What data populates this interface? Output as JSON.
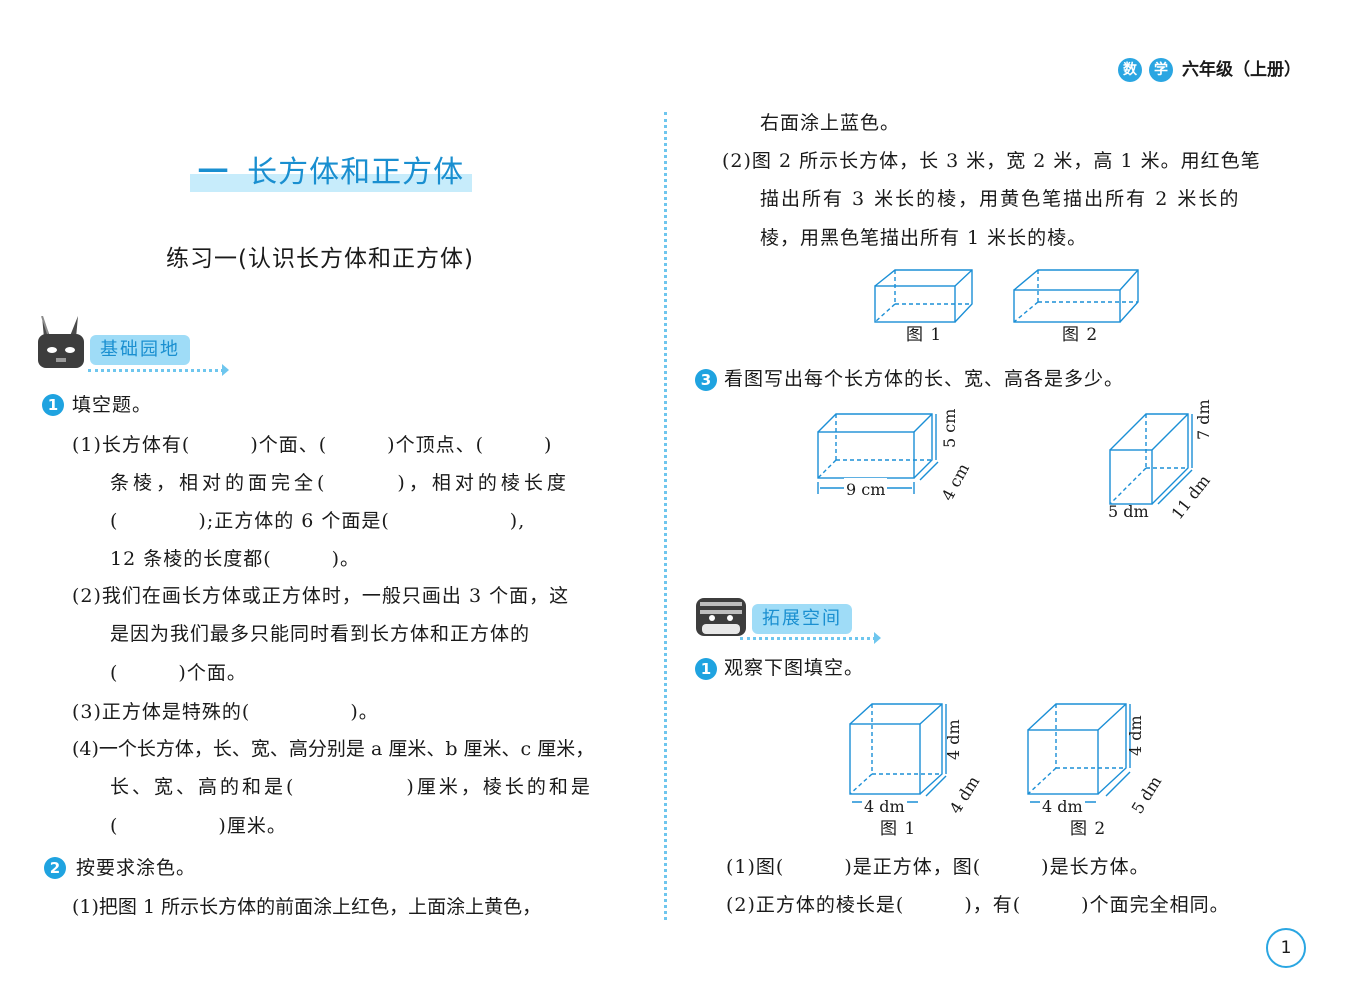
{
  "header": {
    "badge1": "数",
    "badge2": "学",
    "grade": "六年级（上册）"
  },
  "chapter": {
    "number": "一",
    "title": "长方体和正方体"
  },
  "lesson_title": "练习一(认识长方体和正方体)",
  "section_basic": "基础园地",
  "section_extend": "拓展空间",
  "q1": {
    "num": "1",
    "title": "填空题。",
    "lines": [
      "(1)长方体有(　　　)个面、(　　　)个顶点、(　　　)",
      "条棱，相对的面完全(　　　)，相对的棱长度",
      "(　　　　);正方体的 6 个面是(　　　　　　),",
      "12 条棱的长度都(　　　)。",
      "(2)我们在画长方体或正方体时，一般只画出 3 个面，这",
      "是因为我们最多只能同时看到长方体和正方体的",
      "(　　　)个面。",
      "(3)正方体是特殊的(　　　　　)。",
      "(4)一个长方体，长、宽、高分别是 a 厘米、b 厘米、c 厘米，",
      "长、宽、高的和是(　　　　　)厘米，棱长的和是",
      "(　　　　　)厘米。"
    ]
  },
  "q2": {
    "num": "2",
    "title": "按要求涂色。",
    "lines": [
      "(1)把图 1 所示长方体的前面涂上红色，上面涂上黄色，",
      "右面涂上蓝色。",
      "(2)图 2 所示长方体，长 3 米，宽 2 米，高 1 米。用红色笔",
      "描出所有 3 米长的棱，用黄色笔描出所有 2 米长的",
      "棱，用黑色笔描出所有 1 米长的棱。"
    ],
    "fig1": "图 1",
    "fig2": "图 2"
  },
  "q3": {
    "num": "3",
    "title": "看图写出每个长方体的长、宽、高各是多少。",
    "a_len": "9 cm",
    "a_wid": "4 cm",
    "a_hei": "5 cm",
    "b_len": "5 dm",
    "b_wid": "11 dm",
    "b_hei": "7 dm"
  },
  "e1": {
    "num": "1",
    "title": "观察下图填空。",
    "f1_len": "4 dm",
    "f1_wid": "4 dm",
    "f1_hei": "4 dm",
    "f2_len": "4 dm",
    "f2_wid": "5 dm",
    "f2_hei": "4 dm",
    "fig1": "图 1",
    "fig2": "图 2",
    "lines": [
      "(1)图(　　　)是正方体，图(　　　)是长方体。",
      "(2)正方体的棱长是(　　　)，有(　　　)个面完全相同。"
    ]
  },
  "page_number": "1",
  "colors": {
    "accent": "#1fa3e0",
    "label_bg": "#9fdcf7",
    "figure_line": "#1b8fd6"
  }
}
